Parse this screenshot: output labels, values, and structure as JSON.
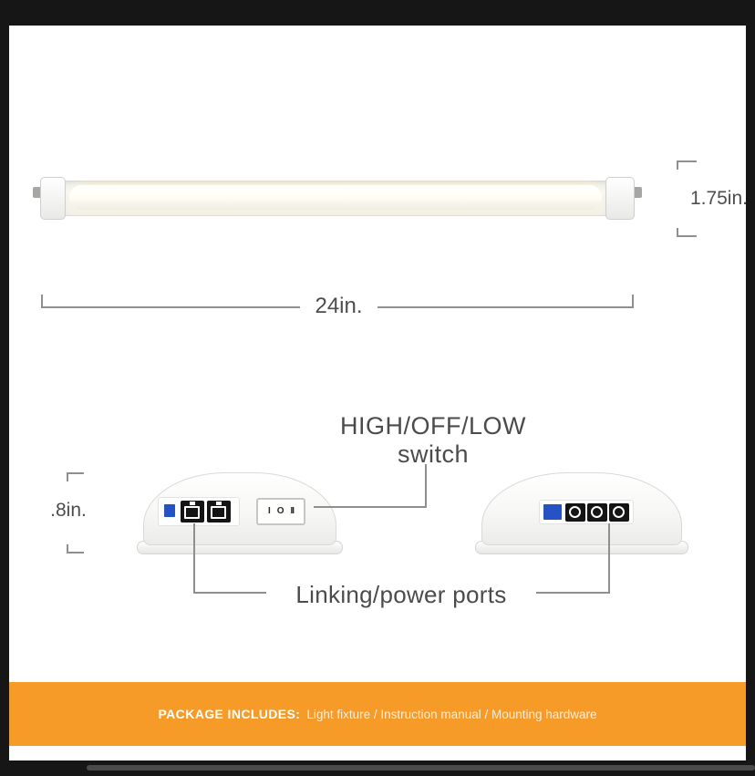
{
  "colors": {
    "frame_dark": "#161616",
    "banner_orange": "#f79b28",
    "dimension_line_gray": "#8f8f8f",
    "text_gray": "#4d4d4d",
    "connector_blue": "#2553c4"
  },
  "dimensions": {
    "fixture_length": "24in.",
    "fixture_height": "1.75in.",
    "endcap_height": ".8in."
  },
  "callouts": {
    "switch_line1": "HIGH/OFF/LOW",
    "switch_line2": "switch",
    "ports": "Linking/power ports"
  },
  "switch_glyphs": {
    "high": "I",
    "off": "O",
    "low": "II"
  },
  "banner": {
    "label": "PACKAGE INCLUDES:",
    "items": "Light fixture / Instruction manual / Mounting hardware"
  }
}
